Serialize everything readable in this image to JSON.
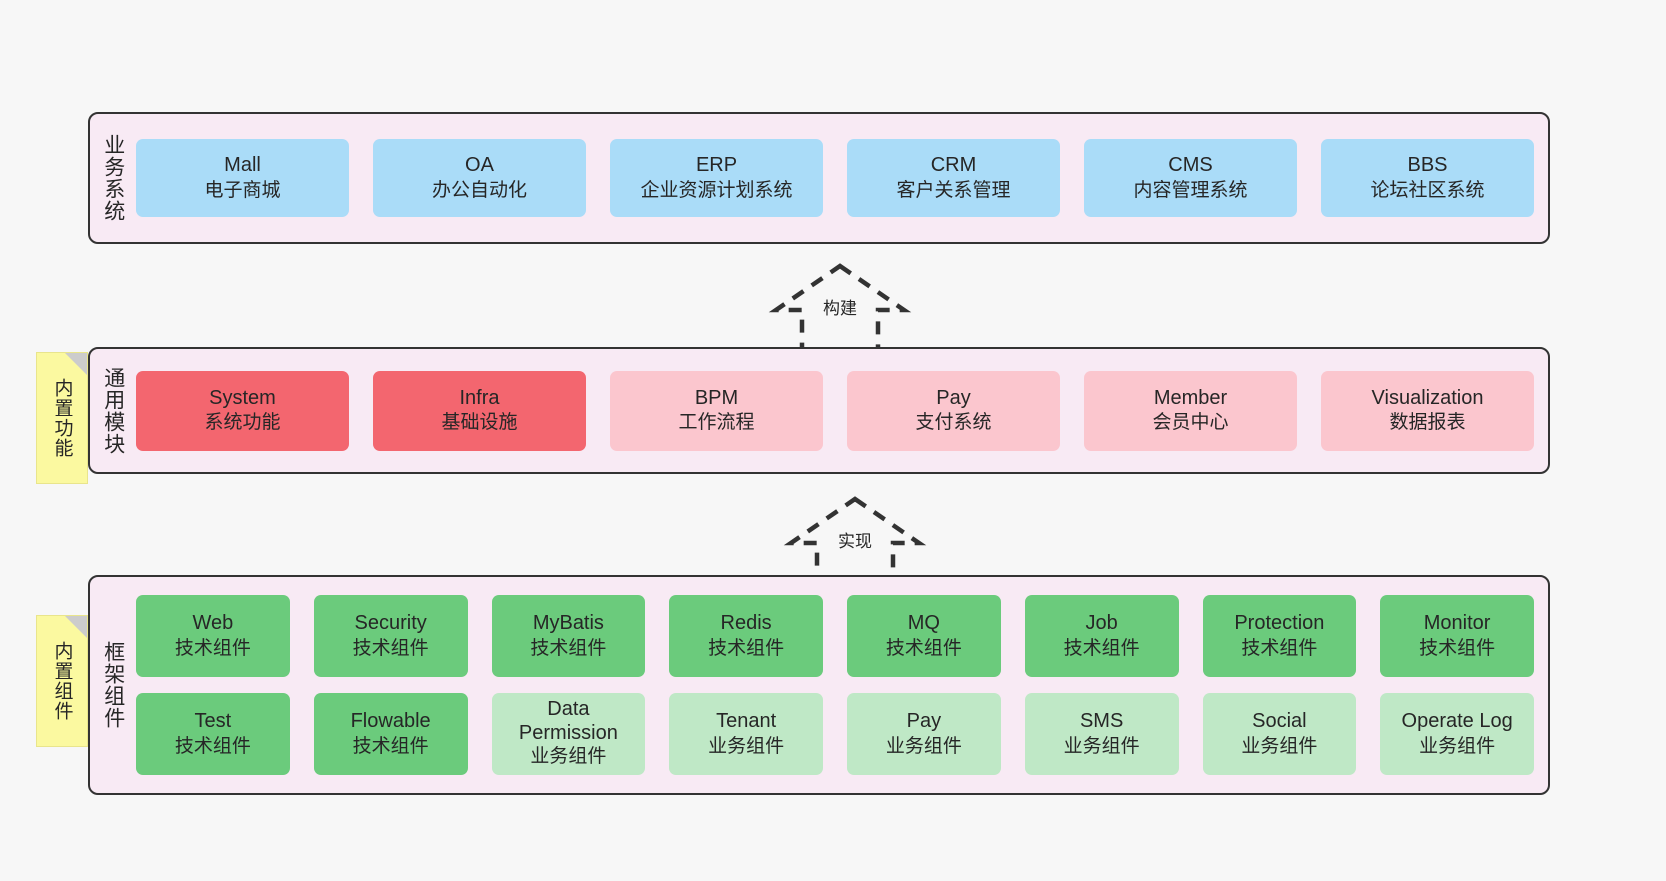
{
  "diagram": {
    "title": "ruoyi-vue-pro architecture layers",
    "background": "#f7f7f7"
  },
  "colors": {
    "panel_bg": "#f8eaf4",
    "panel_border": "#333333",
    "blue": "#aadcf8",
    "red": "#f3666f",
    "pink": "#fbc6ce",
    "green": "#6bcb7c",
    "light_green": "#bfe8c6",
    "sticky_yellow": "#fbf9a0",
    "sticky_fold": "#cccccc"
  },
  "stickies": {
    "common": "内置功能",
    "framework": "内置组件"
  },
  "arrows": [
    {
      "name": "build",
      "label": "构建"
    },
    {
      "name": "implement",
      "label": "实现"
    }
  ],
  "layers": [
    {
      "name": "business-system",
      "label": "业务系统",
      "rows": [
        {
          "nodes": [
            {
              "en": "Mall",
              "cn": "电子商城",
              "color": "blue"
            },
            {
              "en": "OA",
              "cn": "办公自动化",
              "color": "blue"
            },
            {
              "en": "ERP",
              "cn": "企业资源计划系统",
              "color": "blue"
            },
            {
              "en": "CRM",
              "cn": "客户关系管理",
              "color": "blue"
            },
            {
              "en": "CMS",
              "cn": "内容管理系统",
              "color": "blue"
            },
            {
              "en": "BBS",
              "cn": "论坛社区系统",
              "color": "blue"
            }
          ]
        }
      ]
    },
    {
      "name": "common-module",
      "label": "通用模块",
      "rows": [
        {
          "nodes": [
            {
              "en": "System",
              "cn": "系统功能",
              "color": "red"
            },
            {
              "en": "Infra",
              "cn": "基础设施",
              "color": "red"
            },
            {
              "en": "BPM",
              "cn": "工作流程",
              "color": "pink"
            },
            {
              "en": "Pay",
              "cn": "支付系统",
              "color": "pink"
            },
            {
              "en": "Member",
              "cn": "会员中心",
              "color": "pink"
            },
            {
              "en": "Visualization",
              "cn": "数据报表",
              "color": "pink"
            }
          ]
        }
      ]
    },
    {
      "name": "framework-component",
      "label": "框架组件",
      "rows": [
        {
          "nodes": [
            {
              "en": "Web",
              "cn": "技术组件",
              "color": "green"
            },
            {
              "en": "Security",
              "cn": "技术组件",
              "color": "green"
            },
            {
              "en": "MyBatis",
              "cn": "技术组件",
              "color": "green"
            },
            {
              "en": "Redis",
              "cn": "技术组件",
              "color": "green"
            },
            {
              "en": "MQ",
              "cn": "技术组件",
              "color": "green"
            },
            {
              "en": "Job",
              "cn": "技术组件",
              "color": "green"
            },
            {
              "en": "Protection",
              "cn": "技术组件",
              "color": "green"
            },
            {
              "en": "Monitor",
              "cn": "技术组件",
              "color": "green"
            }
          ]
        },
        {
          "nodes": [
            {
              "en": "Test",
              "cn": "技术组件",
              "color": "green"
            },
            {
              "en": "Flowable",
              "cn": "技术组件",
              "color": "green"
            },
            {
              "en": "Data Permission",
              "cn": "业务组件",
              "color": "light_green"
            },
            {
              "en": "Tenant",
              "cn": "业务组件",
              "color": "light_green"
            },
            {
              "en": "Pay",
              "cn": "业务组件",
              "color": "light_green"
            },
            {
              "en": "SMS",
              "cn": "业务组件",
              "color": "light_green"
            },
            {
              "en": "Social",
              "cn": "业务组件",
              "color": "light_green"
            },
            {
              "en": "Operate Log",
              "cn": "业务组件",
              "color": "light_green"
            }
          ]
        }
      ]
    }
  ]
}
